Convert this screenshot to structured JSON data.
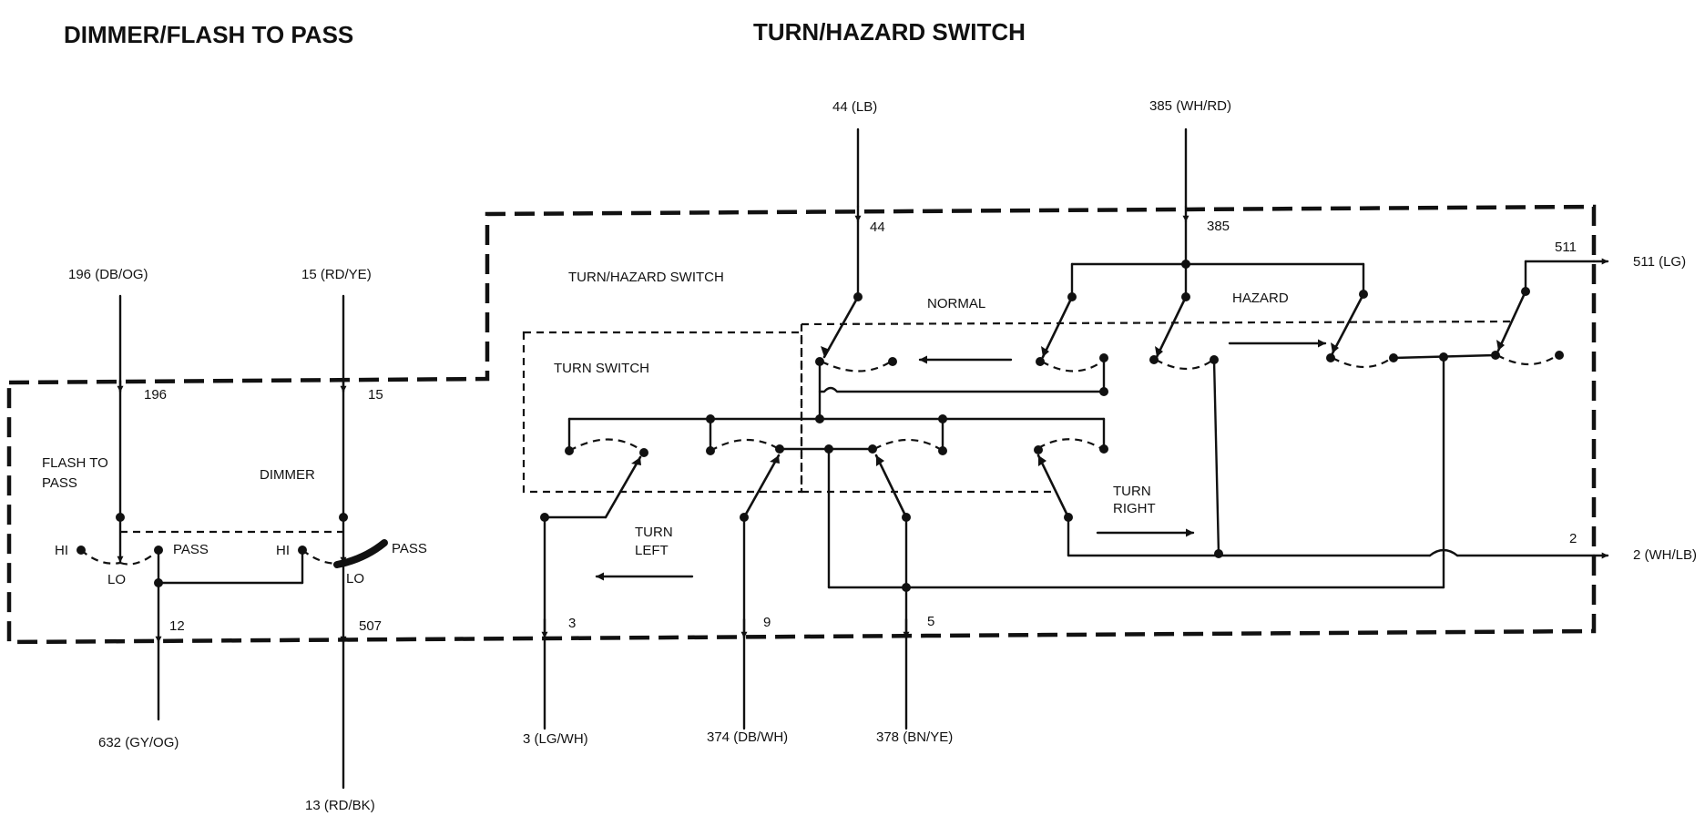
{
  "titles": {
    "dimmer": "DIMMER/FLASH TO PASS",
    "turn_hazard": "TURN/HAZARD SWITCH"
  },
  "wires": {
    "w196": "196 (DB/OG)",
    "w15": "15 (RD/YE)",
    "w632": "632 (GY/OG)",
    "w13": "13 (RD/BK)",
    "w44": "44 (LB)",
    "w385": "385 (WH/RD)",
    "w511": "511 (LG)",
    "w2": "2 (WH/LB)",
    "w3": "3 (LG/WH)",
    "w374": "374 (DB/WH)",
    "w378": "378 (BN/YE)"
  },
  "pins": {
    "p196": "196",
    "p15": "15",
    "p12": "12",
    "p507": "507",
    "p44": "44",
    "p385": "385",
    "p511": "511",
    "p2": "2",
    "p3": "3",
    "p9": "9",
    "p5": "5"
  },
  "labels": {
    "flash_to": "FLASH TO",
    "pass_word": "PASS",
    "dimmer": "DIMMER",
    "hi_left": "HI",
    "lo_left": "LO",
    "pass_left": "PASS",
    "hi_right": "HI",
    "lo_right": "LO",
    "pass_right": "PASS",
    "turn_hazard_switch": "TURN/HAZARD SWITCH",
    "turn_switch": "TURN SWITCH",
    "normal": "NORMAL",
    "hazard": "HAZARD",
    "turn_left_1": "TURN",
    "turn_left_2": "LEFT",
    "turn_right_1": "TURN",
    "turn_right_2": "RIGHT"
  }
}
